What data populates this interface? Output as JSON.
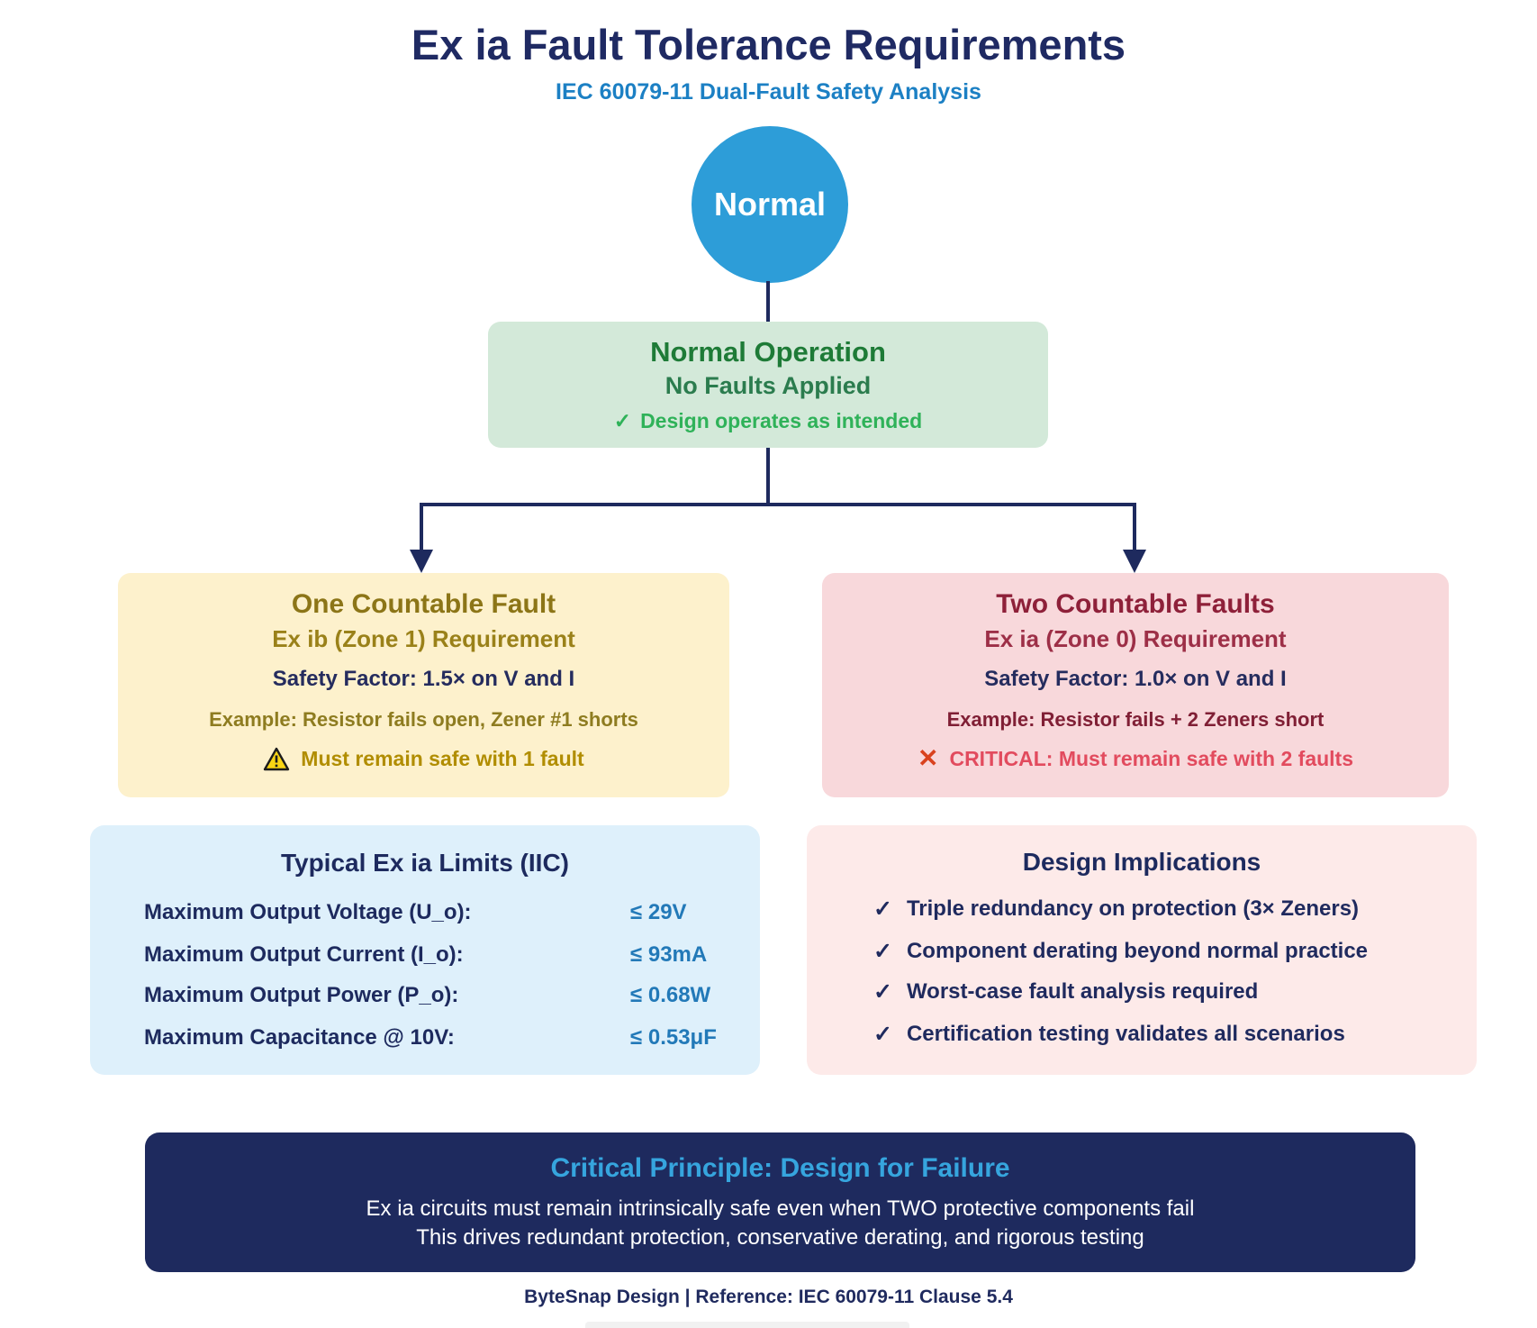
{
  "header": {
    "title": "Ex ia Fault Tolerance Requirements",
    "subtitle": "IEC 60079-11 Dual-Fault Safety Analysis"
  },
  "icons": {
    "check": "✓",
    "cross": "✕"
  },
  "flow": {
    "root_label": "Normal",
    "normal_box": {
      "title": "Normal Operation",
      "subtitle": "No Faults Applied",
      "note": "Design operates as intended"
    },
    "one_fault_box": {
      "title": "One Countable Fault",
      "subtitle": "Ex ib (Zone 1) Requirement",
      "safety_factor": "Safety Factor: 1.5× on V and I",
      "example": "Example: Resistor fails open, Zener #1 shorts",
      "warning": "Must remain safe with 1 fault"
    },
    "two_faults_box": {
      "title": "Two Countable Faults",
      "subtitle": "Ex ia (Zone 0) Requirement",
      "safety_factor": "Safety Factor: 1.0× on V and I",
      "example": "Example: Resistor fails + 2 Zeners short",
      "critical": "CRITICAL: Must remain safe with 2 faults"
    }
  },
  "limits_box": {
    "title": "Typical Ex ia Limits (IIC)",
    "rows": [
      {
        "label": "Maximum Output Voltage (U_o):",
        "value": "≤ 29V"
      },
      {
        "label": "Maximum Output Current (I_o):",
        "value": "≤ 93mA"
      },
      {
        "label": "Maximum Output Power (P_o):",
        "value": "≤ 0.68W"
      },
      {
        "label": "Maximum Capacitance @ 10V:",
        "value": "≤ 0.53μF"
      }
    ]
  },
  "implications_box": {
    "title": "Design Implications",
    "items": [
      "Triple redundancy on protection (3× Zeners)",
      "Component derating beyond normal practice",
      "Worst-case fault analysis required",
      "Certification testing validates all scenarios"
    ]
  },
  "principle_box": {
    "title": "Critical Principle: Design for Failure",
    "line1": "Ex ia circuits must remain intrinsically safe even when TWO protective components fail",
    "line2": "This drives redundant protection, conservative derating, and rigorous testing"
  },
  "footer": {
    "text": "ByteSnap Design | Reference: IEC 60079-11 Clause 5.4"
  },
  "colors": {
    "navy": "#1f2a5e",
    "subtitle_blue": "#1c80c4",
    "node_blue": "#2d9dd8",
    "green_bg": "#d3e9d9",
    "green_dark": "#1e7b37",
    "green_bright": "#2fb259",
    "yellow_bg": "#fdf1cc",
    "gold_dark": "#8c7517",
    "warning_gold": "#b18d00",
    "pink_bg": "#f8d8db",
    "maroon": "#8e2039",
    "critical_red": "#e24b5e",
    "x_red": "#d9421e",
    "limits_bg": "#def0fb",
    "value_blue": "#2279b8",
    "implications_bg": "#fdeae9",
    "principle_bg": "#1e2a5e",
    "principle_title": "#36a5de"
  }
}
